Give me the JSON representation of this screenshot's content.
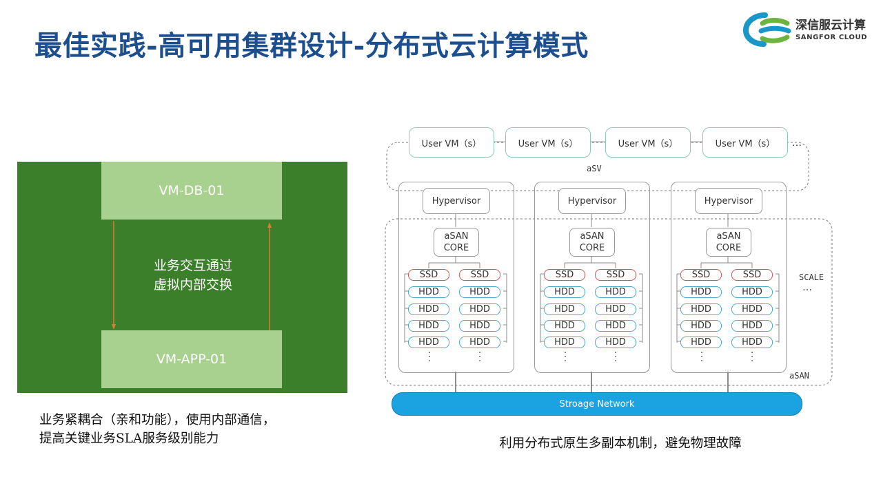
{
  "header": {
    "title": "最佳实践-高可用集群设计-分布式云计算模式",
    "logo_name": "深信服云计算",
    "logo_sub": "SANGFOR CLOUD"
  },
  "left_panel": {
    "top_vm": "VM-DB-01",
    "bottom_vm": "VM-APP-01",
    "middle_lines": [
      "业务交互通过",
      "虚拟内部交换"
    ],
    "caption_lines": [
      "业务紧耦合（亲和功能），使用内部通信，",
      "提高关键业务SLA服务级别能力"
    ]
  },
  "architecture": {
    "user_vms": [
      "User VM（s）",
      "User VM（s）",
      "User VM（s）",
      "User VM（s）"
    ],
    "user_vm_more": "…",
    "asv_label": "aSV",
    "hosts": [
      {
        "hypervisor": "Hypervisor",
        "core_lines": [
          "aSAN",
          "CORE"
        ]
      },
      {
        "hypervisor": "Hypervisor",
        "core_lines": [
          "aSAN",
          "CORE"
        ]
      },
      {
        "hypervisor": "Hypervisor",
        "core_lines": [
          "aSAN",
          "CORE"
        ]
      }
    ],
    "ssd_label": "SSD",
    "hdd_label": "HDD",
    "scale_label": "SCALE",
    "scale_more": "…",
    "asan_label": "aSAN",
    "network_label": "Stroage Network",
    "caption": "利用分布式原生多副本机制，避免物理故障"
  },
  "colors": {
    "title": "#1d4f8f",
    "panel_bg": "#3b7f2a",
    "vm_box": "#a8d08e",
    "arrow": "#e07a3a",
    "ssd_border": "#d9534f",
    "hdd_border": "#4aa8cc",
    "network": "#1aa3e0"
  }
}
